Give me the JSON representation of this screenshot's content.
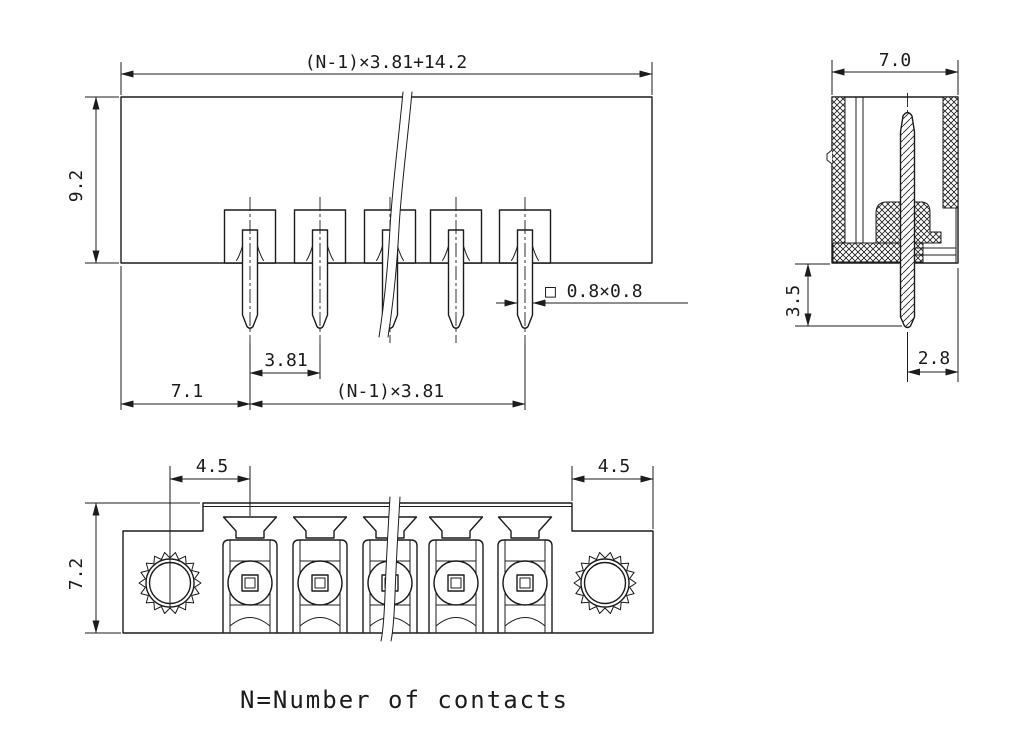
{
  "drawing": {
    "note": "N=Number of contacts",
    "front_view": {
      "width_dim": "(N-1)×3.81+14.2",
      "height_dim": "9.2",
      "pitch_dim": "3.81",
      "first_pin_offset_dim": "7.1",
      "pin_span_dim": "(N-1)×3.81",
      "pin_cross_section_dim": "□ 0.8×0.8"
    },
    "side_view": {
      "width_dim": "7.0",
      "pin_protrusion_dim": "3.5",
      "pin_to_edge_dim": "2.8"
    },
    "bottom_view": {
      "left_flange_offset_dim": "4.5",
      "right_flange_offset_dim": "4.5",
      "depth_dim": "7.2"
    },
    "colors": {
      "line": "#1c1c1c",
      "background": "#ffffff"
    }
  }
}
